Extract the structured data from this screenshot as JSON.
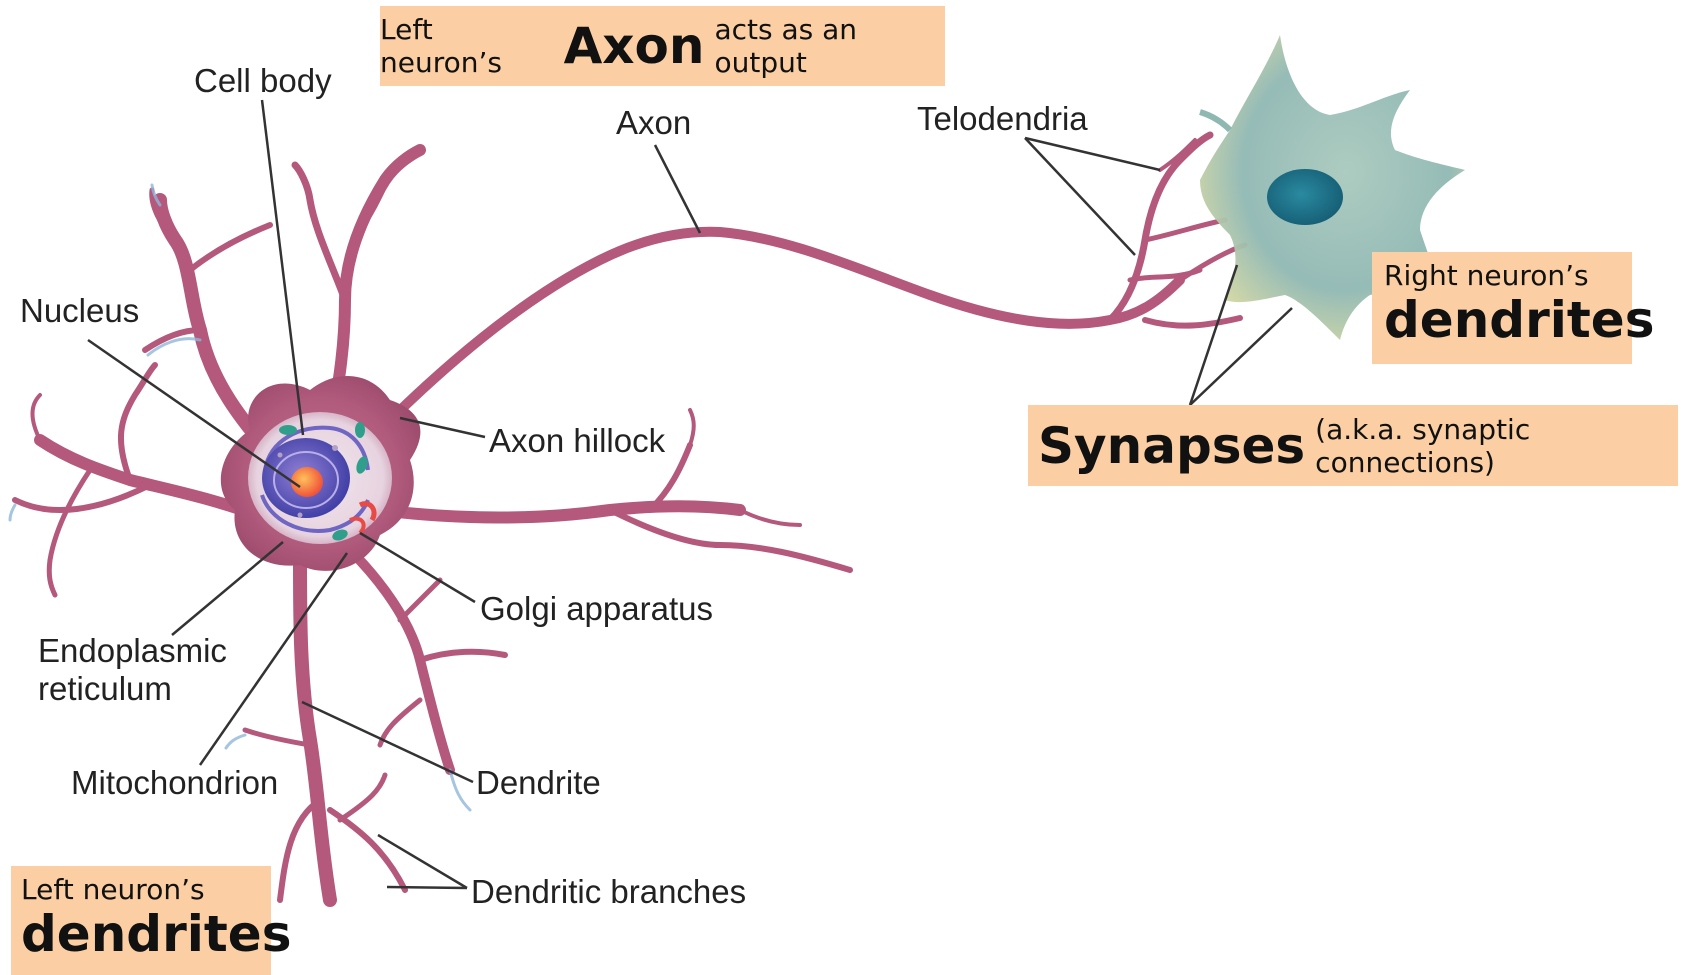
{
  "labels": {
    "cell_body": "Cell body",
    "axon": "Axon",
    "telodendria": "Telodendria",
    "nucleus": "Nucleus",
    "axon_hillock": "Axon hillock",
    "golgi": "Golgi apparatus",
    "er_line1": "Endoplasmic",
    "er_line2": "reticulum",
    "mitochondrion": "Mitochondrion",
    "dendrite": "Dendrite",
    "dendritic_branches": "Dendritic branches"
  },
  "callouts": {
    "axon_output": {
      "prefix": "Left neuron’s",
      "emphasis": "Axon",
      "suffix": "acts as an output"
    },
    "right_dendrites": {
      "line1": "Right neuron’s",
      "line2": "dendrites"
    },
    "synapses": {
      "emphasis": "Synapses",
      "suffix": "(a.k.a. synaptic connections)"
    },
    "left_dendrites": {
      "line1": "Left neuron’s",
      "line2": "dendrites"
    }
  },
  "colors": {
    "callout_background": "#fbcfa3",
    "neuron_membrane": "#b4587c",
    "neuron_highlight": "#8fb6da",
    "right_cell_body": "#8fb6b3",
    "nucleus": "#1c6f85"
  }
}
